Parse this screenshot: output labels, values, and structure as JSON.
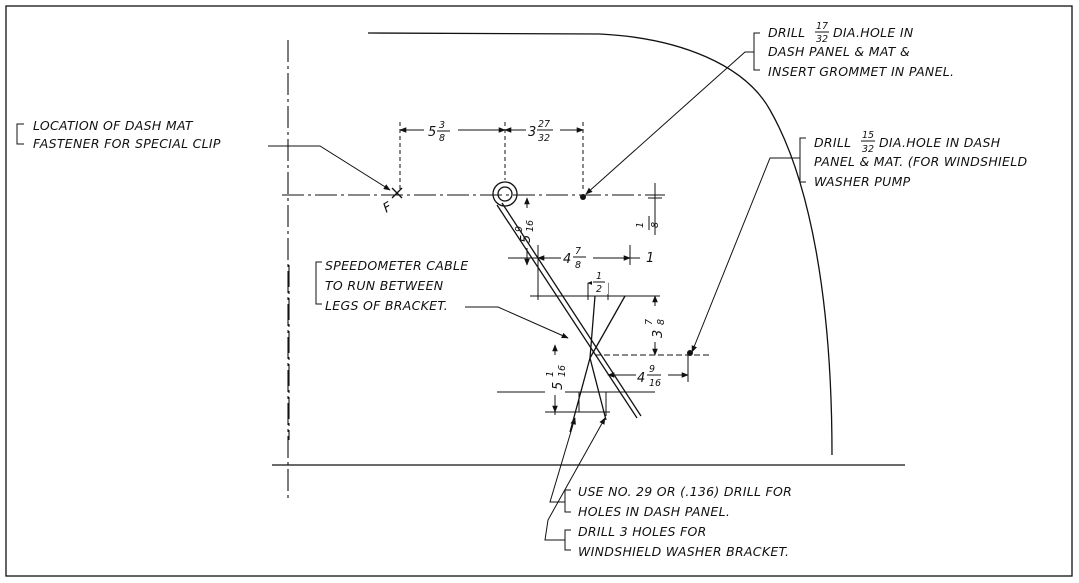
{
  "notes": {
    "dash_mat_l1": "LOCATION OF DASH MAT",
    "dash_mat_l2": "FASTENER FOR SPECIAL CLIP",
    "grommet_l1_pre": "DRILL",
    "grommet_l1_post": "DIA.HOLE IN",
    "grommet_l2": "DASH PANEL & MAT &",
    "grommet_l3": "INSERT GROMMET IN PANEL.",
    "pump_l1_pre": "DRILL",
    "pump_l1_post": "DIA.HOLE IN DASH",
    "pump_l2": "PANEL & MAT. (FOR WINDSHIELD",
    "pump_l3": "WASHER PUMP",
    "cable_l1": "SPEEDOMETER CABLE",
    "cable_l2": "TO RUN BETWEEN",
    "cable_l3": "LEGS OF BRACKET.",
    "drill_l1": "USE NO. 29 OR (.136) DRILL FOR",
    "drill_l2": "HOLES IN DASH PANEL.",
    "drill_l3": "DRILL 3 HOLES FOR",
    "drill_l4": "WINDSHIELD WASHER BRACKET."
  },
  "fractions": {
    "grommet_num": "17",
    "grommet_den": "32",
    "pump_num": "15",
    "pump_den": "32"
  },
  "dimensions": {
    "d1_whole": "5",
    "d1_num": "3",
    "d1_den": "8",
    "d2_whole": "3",
    "d2_num": "27",
    "d2_den": "32",
    "d3_whole": "5",
    "d3_num": "9",
    "d3_den": "16",
    "d4_num": "1",
    "d4_den": "8",
    "d5_whole": "4",
    "d5_num": "7",
    "d5_den": "8",
    "d6_num": "1",
    "d6_den": "2",
    "d7_whole": "3",
    "d7_num": "7",
    "d7_den": "8",
    "d8_whole": "5",
    "d8_num": "1",
    "d8_den": "16",
    "d9_whole": "4",
    "d9_num": "9",
    "d9_den": "16",
    "d10": "1"
  },
  "marks": {
    "fastener_tag": "F"
  }
}
